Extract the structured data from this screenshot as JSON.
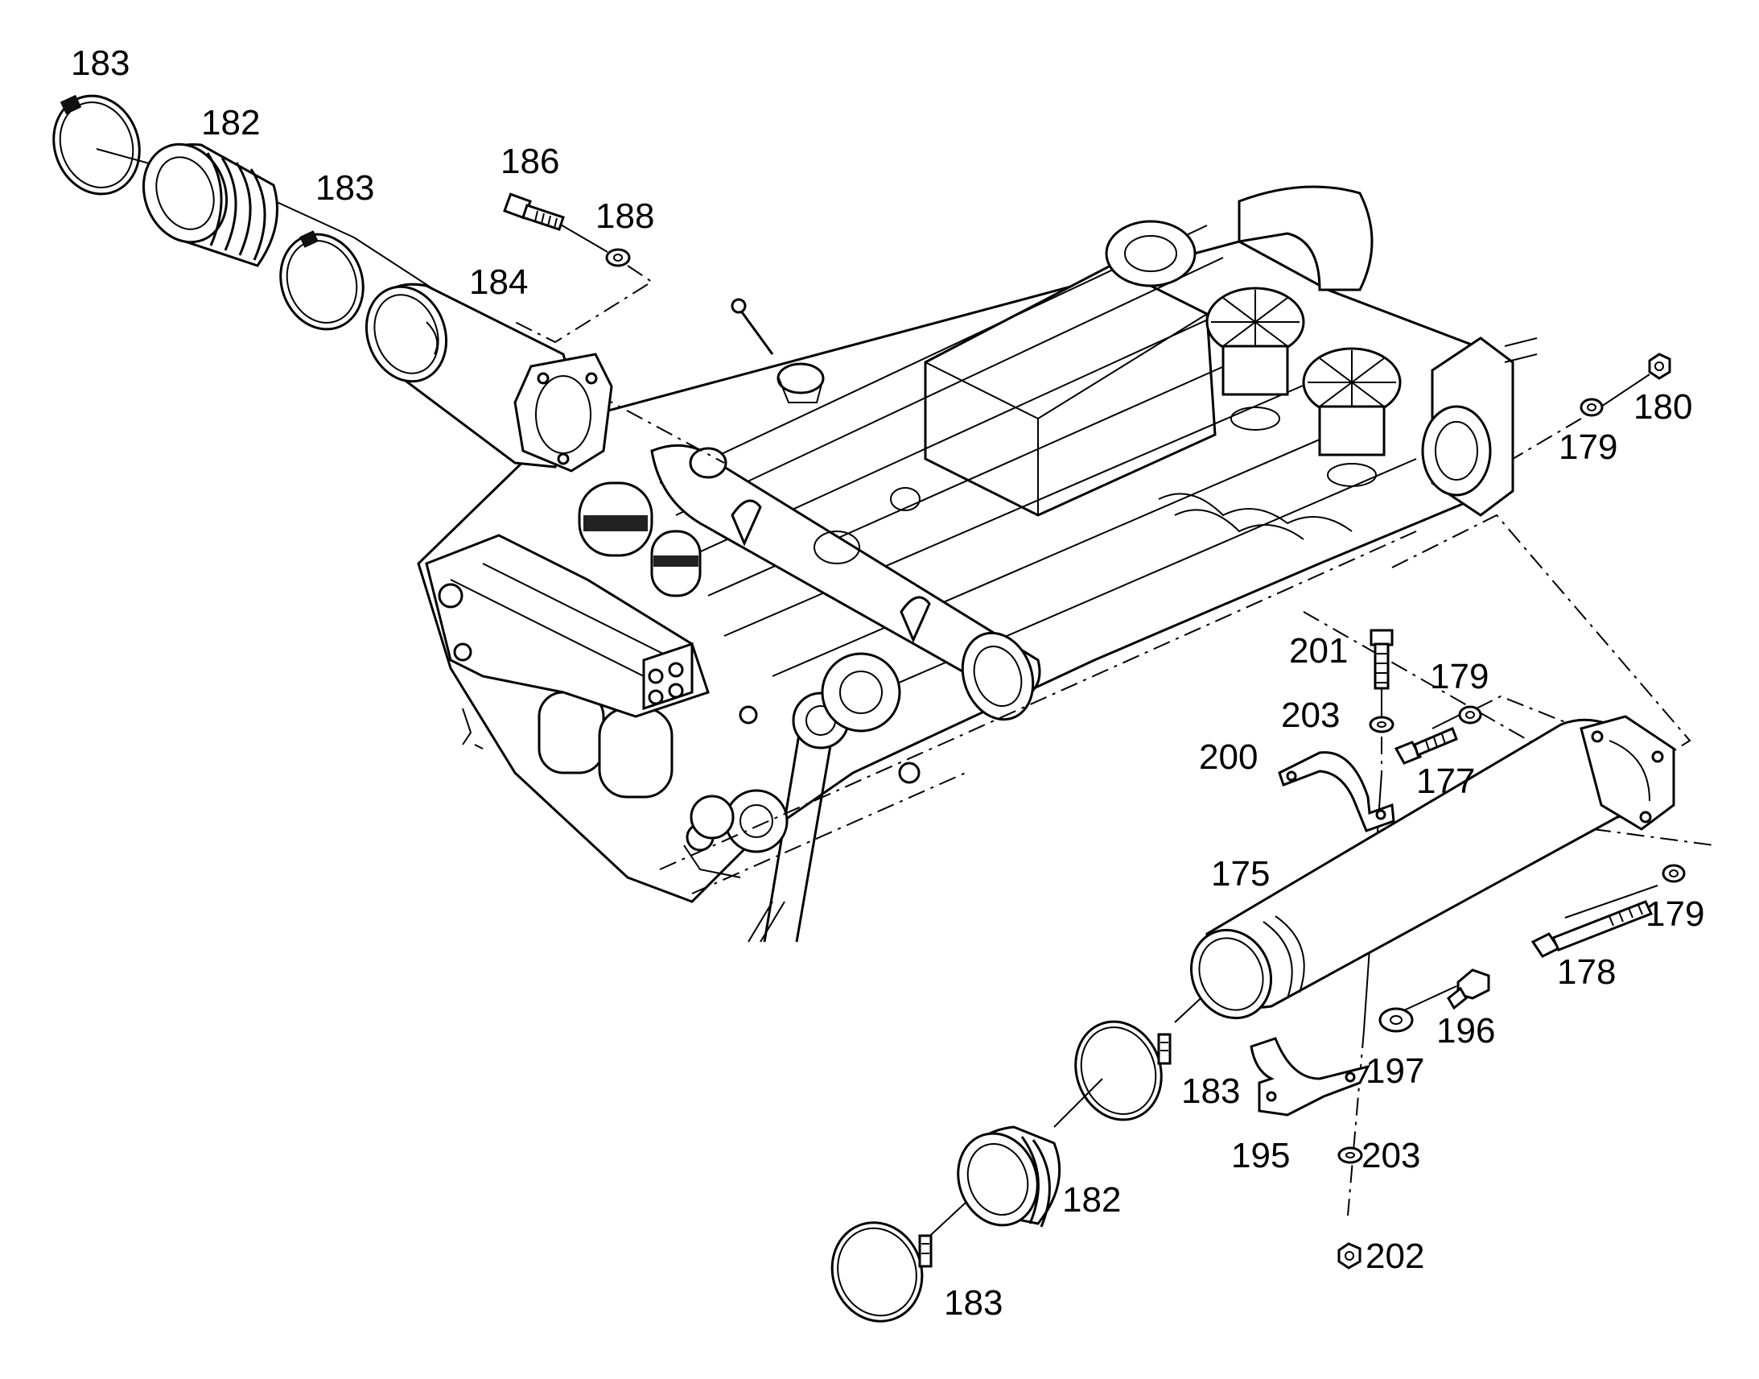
{
  "figure": {
    "background": "#ffffff",
    "line_color": "#000000"
  },
  "callouts": {
    "c183_top_left": "183",
    "c182_top": "182",
    "c183_mid": "183",
    "c186": "186",
    "c188": "188",
    "c184": "184",
    "c180": "180",
    "c179_top_right": "179",
    "c201": "201",
    "c203_upper": "203",
    "c179_mid": "179",
    "c200": "200",
    "c177": "177",
    "c175": "175",
    "c179_right": "179",
    "c178": "178",
    "c196": "196",
    "c183_lower": "183",
    "c197": "197",
    "c182_bottom": "182",
    "c195": "195",
    "c203_lower": "203",
    "c202": "202",
    "c183_bottom": "183"
  }
}
